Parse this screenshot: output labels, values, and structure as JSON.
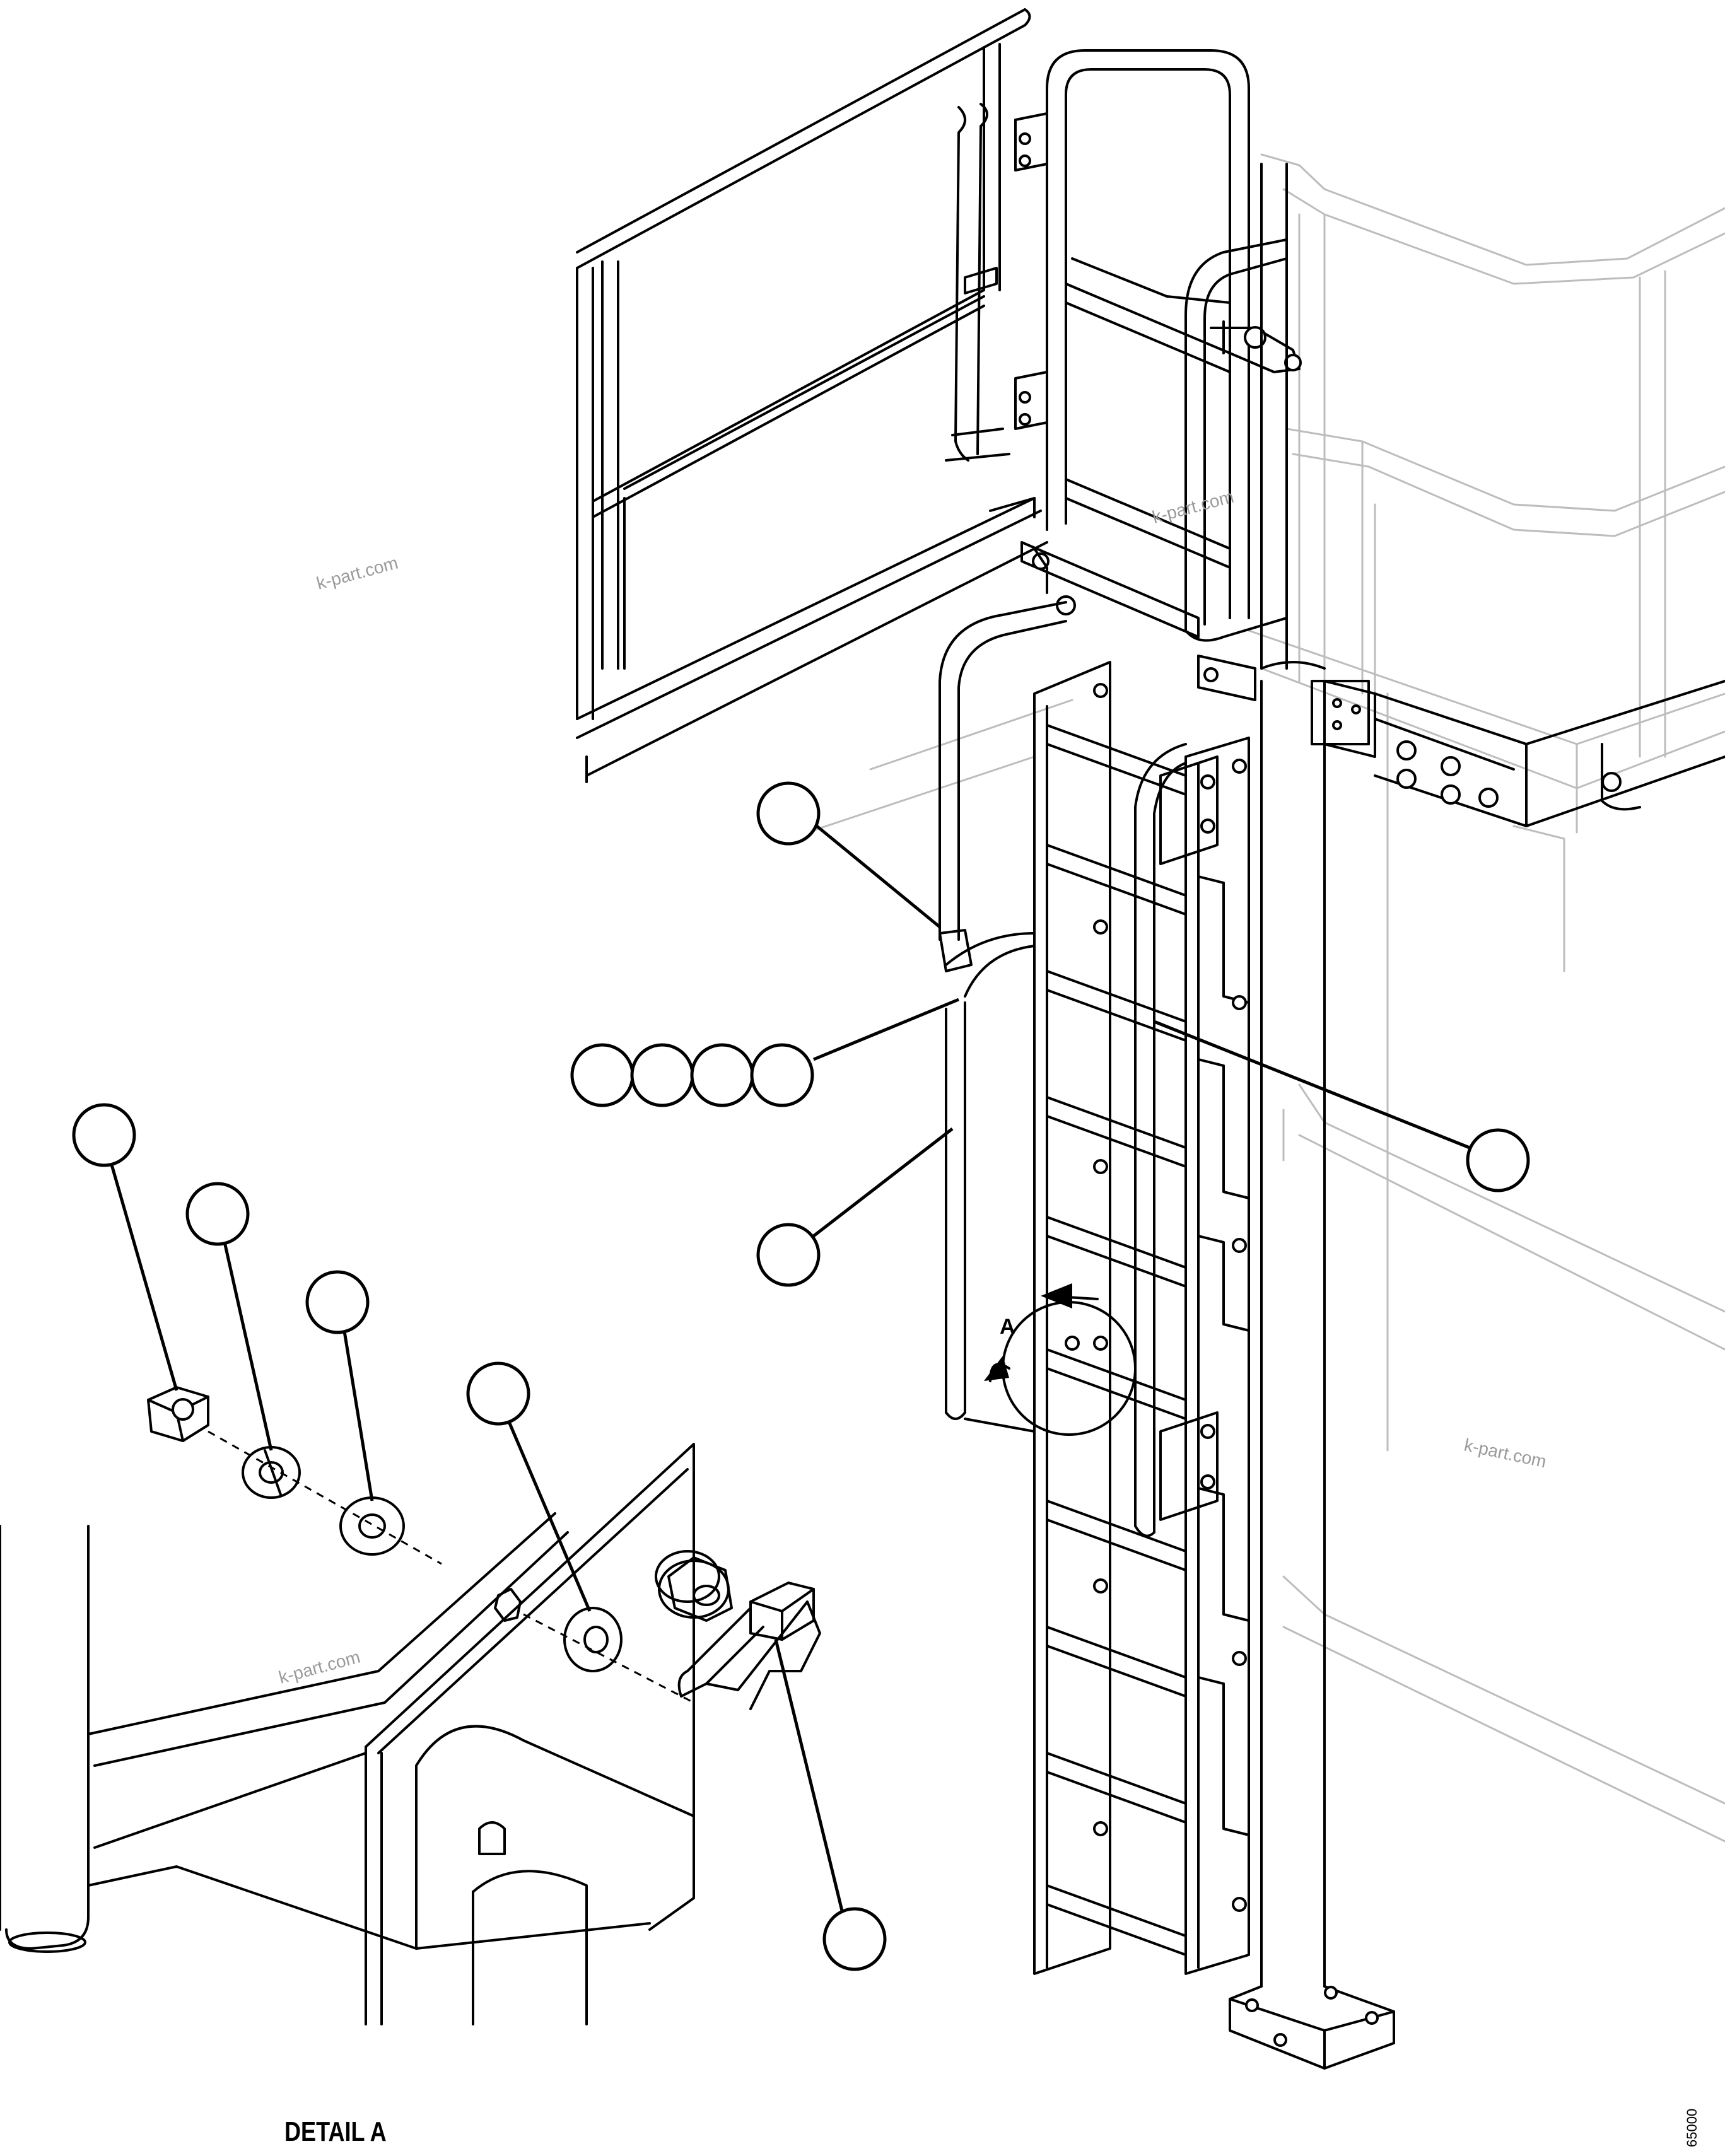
{
  "drawing": {
    "detail_marker_letter": "A",
    "detail_caption": "DETAIL A",
    "sheet_code": "65000",
    "watermark_text": "k-part.com"
  },
  "colors": {
    "line": "#000000",
    "ghost_line": "#bdbdbd",
    "watermark": "#9a9a9a",
    "background": "#ffffff"
  }
}
